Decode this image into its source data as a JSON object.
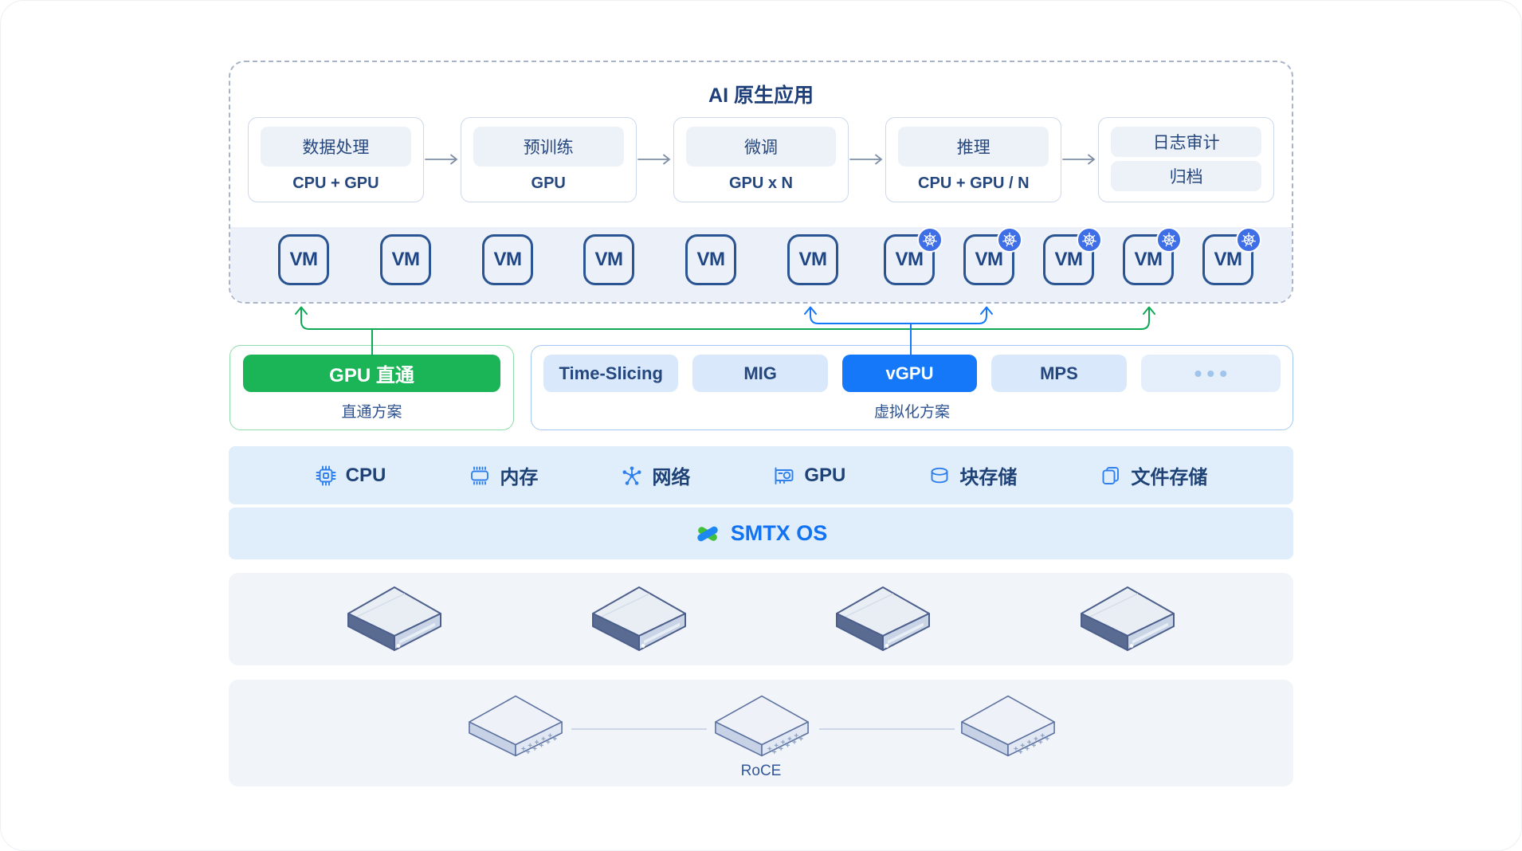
{
  "app_layer": {
    "title": "AI 原生应用",
    "stages": [
      {
        "label": "数据处理",
        "subtitle": "CPU + GPU"
      },
      {
        "label": "预训练",
        "subtitle": "GPU"
      },
      {
        "label": "微调",
        "subtitle": "GPU x N"
      },
      {
        "label": "推理",
        "subtitle": "CPU + GPU / N"
      },
      {
        "label": "日志审计",
        "label2": "归档"
      }
    ],
    "vm_label": "VM"
  },
  "passthrough": {
    "button": "GPU 直通",
    "caption": "直通方案"
  },
  "virtualization": {
    "options": [
      "Time-Slicing",
      "MIG",
      "vGPU",
      "MPS",
      "•••"
    ],
    "selected": "vGPU",
    "caption": "虚拟化方案"
  },
  "resources": [
    {
      "icon": "cpu-icon",
      "label": "CPU"
    },
    {
      "icon": "memory-icon",
      "label": "内存"
    },
    {
      "icon": "network-icon",
      "label": "网络"
    },
    {
      "icon": "gpu-icon",
      "label": "GPU"
    },
    {
      "icon": "block-storage-icon",
      "label": "块存储"
    },
    {
      "icon": "file-storage-icon",
      "label": "文件存储"
    }
  ],
  "os": {
    "name": "SMTX OS"
  },
  "network": {
    "label": "RoCE"
  },
  "colors": {
    "accent_blue": "#1478f8",
    "accent_green": "#1bb457",
    "navy_text": "#25477e",
    "band_blue": "#e0eefc",
    "band_gray": "#f1f4f8",
    "kubernetes_blue": "#3f6fe6"
  }
}
